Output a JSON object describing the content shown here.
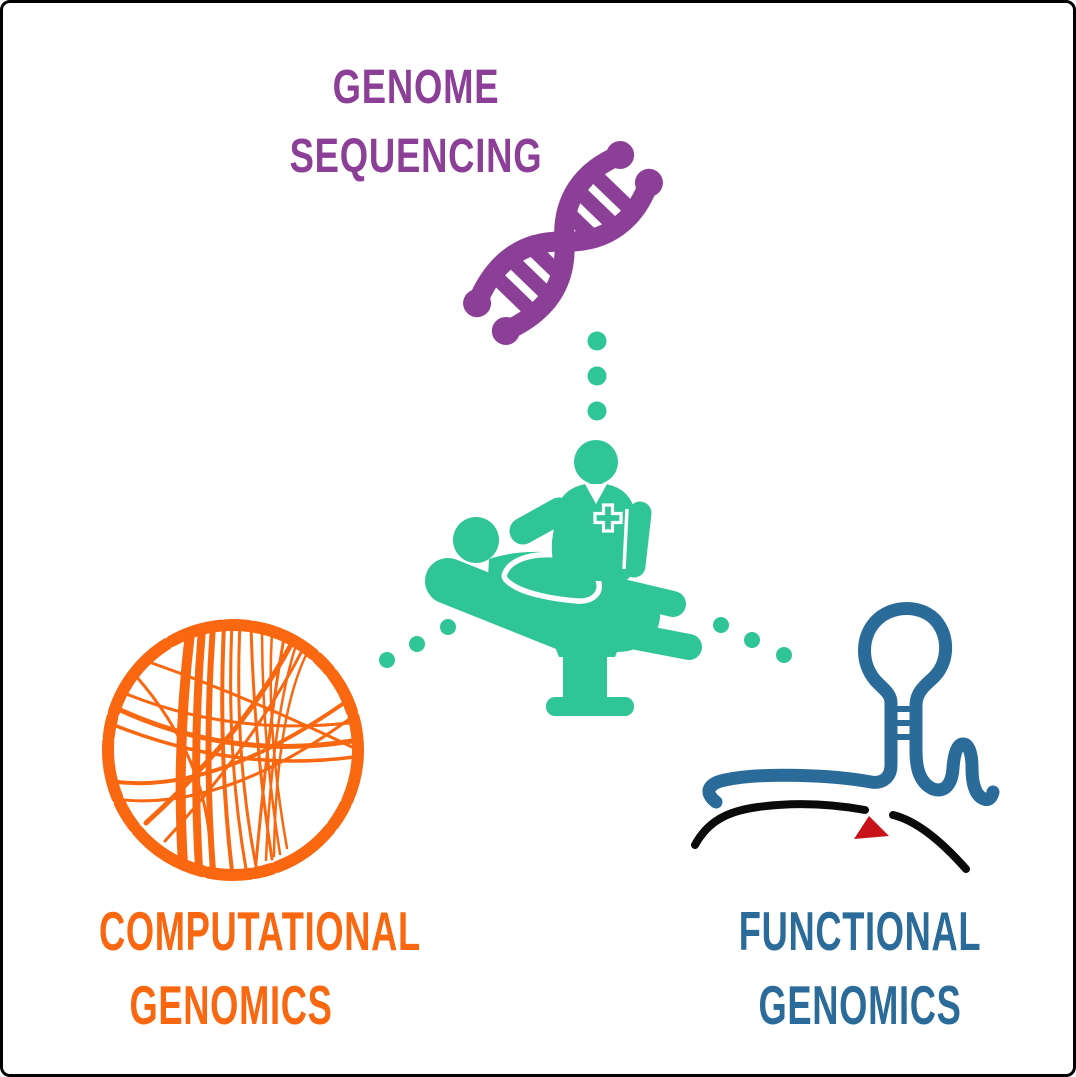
{
  "page": {
    "background": "#ffffff",
    "border_color": "#000000",
    "description": "Genomics overview diagram: clinical care at center connected by dotted lines to three genomics domains"
  },
  "colors": {
    "purple": "#8C3F97",
    "teal": "#30C596",
    "orange": "#F96711",
    "blue": "#2A6B99",
    "red": "#C8131B",
    "black": "#0A0A0A",
    "white": "#FFFFFF"
  },
  "nodes": {
    "genome_sequencing": {
      "line1": "GENOME",
      "line2": "SEQUENCING",
      "color": "#8C3F97",
      "icon": "dna-helix-icon",
      "position": "top-center"
    },
    "clinical_center": {
      "icon": "doctor-patient-exam-chair-icon",
      "color": "#30C596",
      "position": "center"
    },
    "computational_genomics": {
      "line1": "COMPUTATIONAL",
      "line2": "GENOMICS",
      "color": "#F96711",
      "icon": "circos-plot-icon",
      "position": "bottom-left"
    },
    "functional_genomics": {
      "line1": "FUNCTIONAL",
      "line2": "GENOMICS",
      "color": "#2A6B99",
      "icon": "rna-hairpin-crispr-icon",
      "position": "bottom-right"
    }
  },
  "connectors": {
    "style": "dotted",
    "color": "#30C596",
    "count": 3
  }
}
